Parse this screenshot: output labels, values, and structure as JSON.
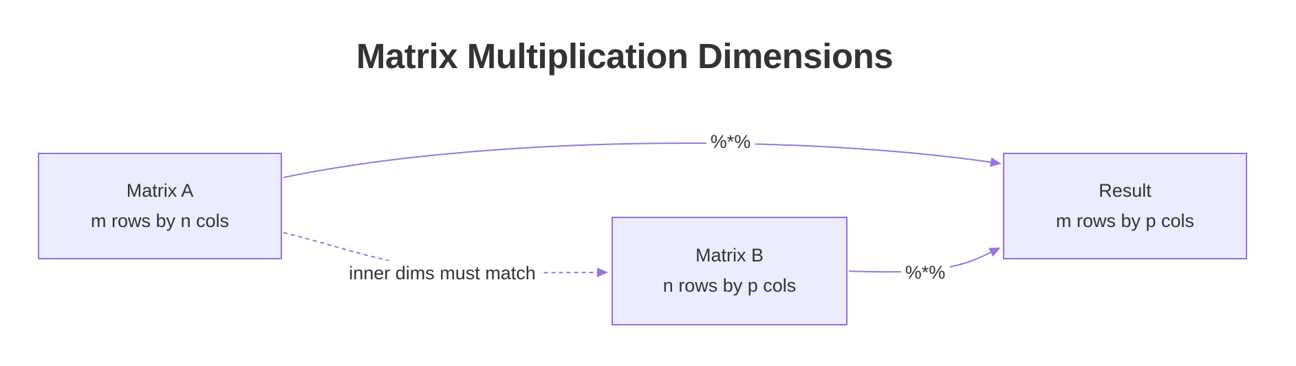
{
  "title": "Matrix Multiplication Dimensions",
  "diagram": {
    "nodes": {
      "matrix_a": {
        "title": "Matrix A",
        "subtitle": "m rows by n cols"
      },
      "matrix_b": {
        "title": "Matrix B",
        "subtitle": "n rows by p cols"
      },
      "result": {
        "title": "Result",
        "subtitle": "m rows by p cols"
      }
    },
    "edges": [
      {
        "from": "matrix_a",
        "to": "result",
        "label": "%*%",
        "style": "solid"
      },
      {
        "from": "matrix_a",
        "to": "matrix_b",
        "label": "inner dims must match",
        "style": "dashed"
      },
      {
        "from": "matrix_b",
        "to": "result",
        "label": "%*%",
        "style": "solid"
      }
    ]
  },
  "colors": {
    "node_fill": "#ECECFF",
    "node_border": "#9370DB",
    "edge": "#9876D9",
    "text": "#333333",
    "title_text": "#333333",
    "background": "#FFFFFF"
  }
}
